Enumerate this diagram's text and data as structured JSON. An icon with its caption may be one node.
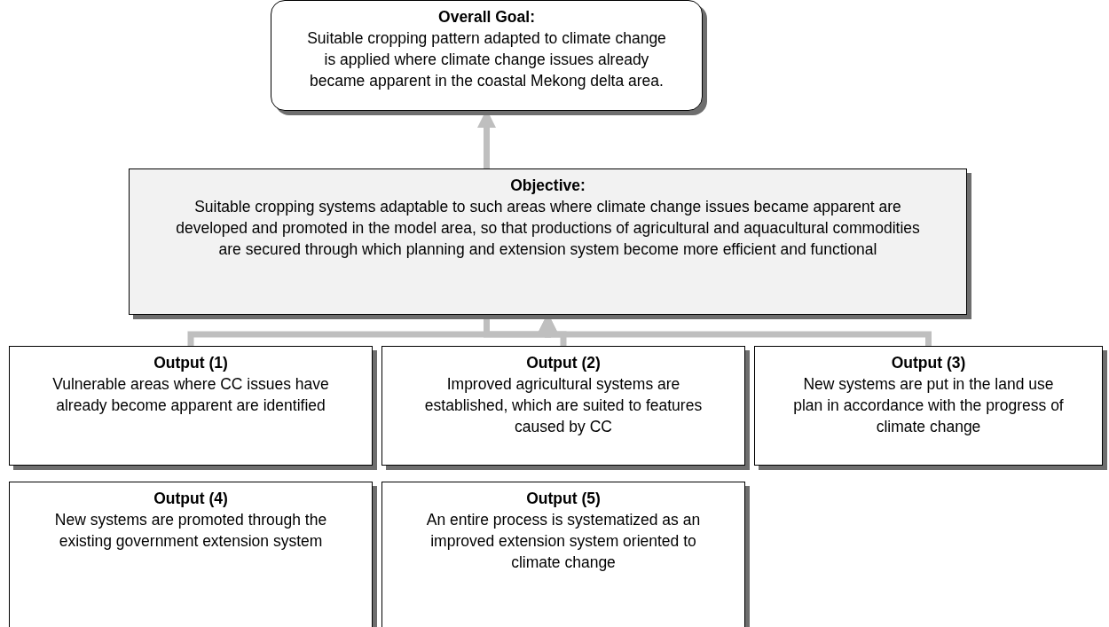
{
  "diagram": {
    "nodes": [
      {
        "text": [
          "Overall Goal:",
          "Suitable cropping pattern adapted to climate change is applied where climate change issues already became apparent in the coastal Mekong delta area."
        ]
      },
      {
        "text": [
          "Objective:",
          "Suitable cropping systems adaptable to such areas where climate change issues became apparent are developed and promoted in the model area, so that productions of agricultural and aquacultural commodities are secured through which planning and extension system become more efficient and functional"
        ]
      },
      {
        "text": [
          "Output (1)",
          "Vulnerable areas where CC issues have already become apparent are identified"
        ]
      },
      {
        "text": [
          "Output (2)",
          "Improved agricultural systems are established, which are suited to features caused by CC"
        ]
      },
      {
        "text": [
          "Output (3)",
          "New systems are put in the land use plan in accordance with the progress of climate change"
        ]
      },
      {
        "text": [
          "Output (4)",
          "New systems are promoted through the existing government extension system"
        ]
      },
      {
        "text": [
          "Output (5)",
          "An entire process is systematized as an improved extension system oriented to climate change"
        ]
      }
    ],
    "edges": [
      {
        "from": 1,
        "to": 0,
        "arrow": "to"
      },
      {
        "from": 2,
        "to": 1,
        "arrow": "to"
      },
      {
        "from": 3,
        "to": 1,
        "arrow": "to"
      },
      {
        "from": 4,
        "to": 1,
        "arrow": "to"
      }
    ]
  }
}
